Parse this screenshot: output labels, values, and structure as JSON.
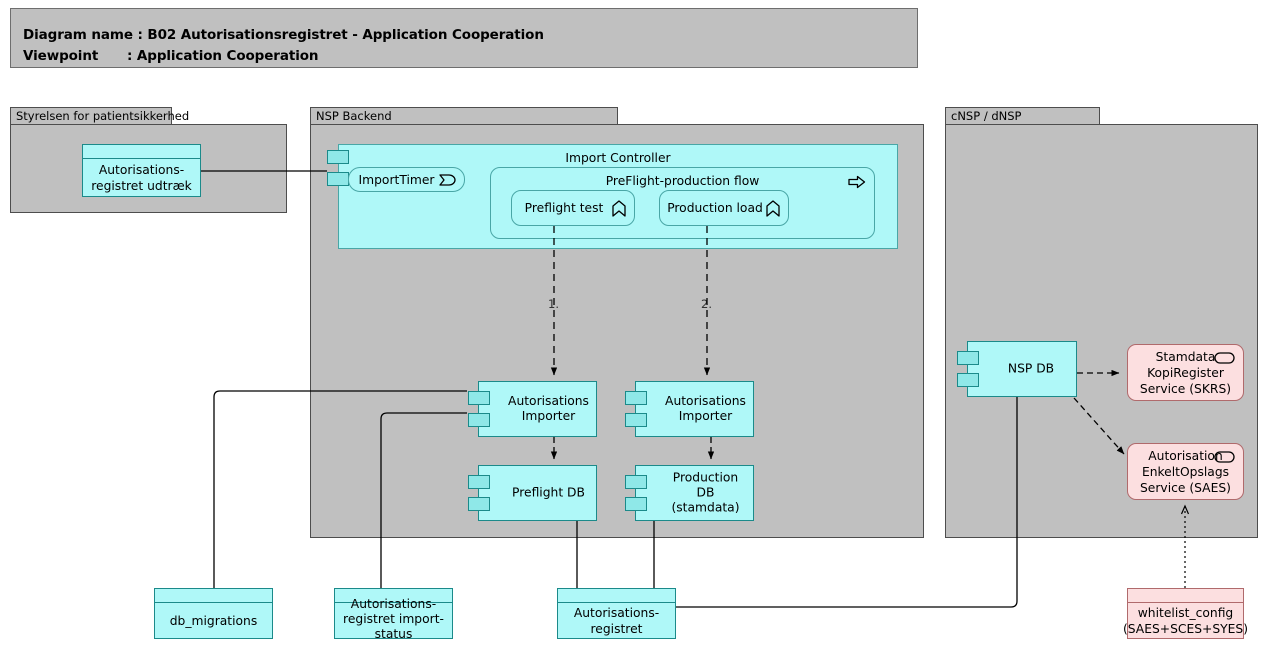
{
  "title": {
    "line1_key": "Diagram name : ",
    "line1_value": "B02 Autorisationsregistret - Application Cooperation",
    "line2_key": "Viewpoint",
    "line2_sep": ": ",
    "line2_value": "Application Cooperation"
  },
  "groups": [
    {
      "name": "styrelsen",
      "label": "Styrelsen for patientsikkerhed"
    },
    {
      "name": "nsp-backend",
      "label": "NSP Backend"
    },
    {
      "name": "cnsp-dnsp",
      "label": "cNSP / dNSP"
    }
  ],
  "nodes": {
    "udtraek": {
      "label": "Autorisations-\nregistret udtræk",
      "type": "data-object"
    },
    "import_controller": {
      "label": "Import Controller",
      "type": "application-component"
    },
    "import_timer": {
      "label": "ImportTimer",
      "type": "application-event"
    },
    "preflight_flow": {
      "label": "PreFlight-production flow",
      "type": "application-process"
    },
    "preflight_test": {
      "label": "Preflight test",
      "type": "application-function"
    },
    "production_load": {
      "label": "Production load",
      "type": "application-function"
    },
    "importer_preflight": {
      "label": "Autorisations\nImporter",
      "type": "application-component"
    },
    "importer_production": {
      "label": "Autorisations\nImporter",
      "type": "application-component"
    },
    "preflight_db": {
      "label": "Preflight DB",
      "type": "application-component"
    },
    "production_db": {
      "label": "Production DB\n(stamdata)",
      "type": "application-component"
    },
    "nsp_db": {
      "label": "NSP DB",
      "type": "application-component"
    },
    "skrs": {
      "label": "Stamdata\nKopiRegister\nService (SKRS)",
      "type": "application-service"
    },
    "saes": {
      "label": "Autorisation\nEnkeltOpslags\nService (SAES)",
      "type": "application-service"
    },
    "db_migrations": {
      "label": "db_migrations",
      "type": "data-object"
    },
    "import_status": {
      "label": "Autorisations-\nregistret import-\nstatus",
      "type": "data-object"
    },
    "autorisationsregistret": {
      "label": "Autorisations-\nregistret",
      "type": "data-object"
    },
    "whitelist_config": {
      "label": "whitelist_config\n(SAES+SCES+SYES)",
      "type": "data-object"
    }
  },
  "flow_labels": {
    "step1": "1.",
    "step2": "2."
  },
  "icons": {
    "import_timer": "application-event-icon",
    "preflight_flow": "application-process-icon",
    "preflight_test": "application-function-icon",
    "production_load": "application-function-icon",
    "skrs": "application-service-icon",
    "saes": "application-service-icon"
  },
  "colors": {
    "application_fill": "#aff8f8",
    "application_line": "#1b8a8a",
    "service_fill": "#fcdfe0",
    "service_line": "#b06a6c",
    "group_fill": "#c0c0c0",
    "group_line": "#4d4d4d",
    "connector": "#000000"
  }
}
